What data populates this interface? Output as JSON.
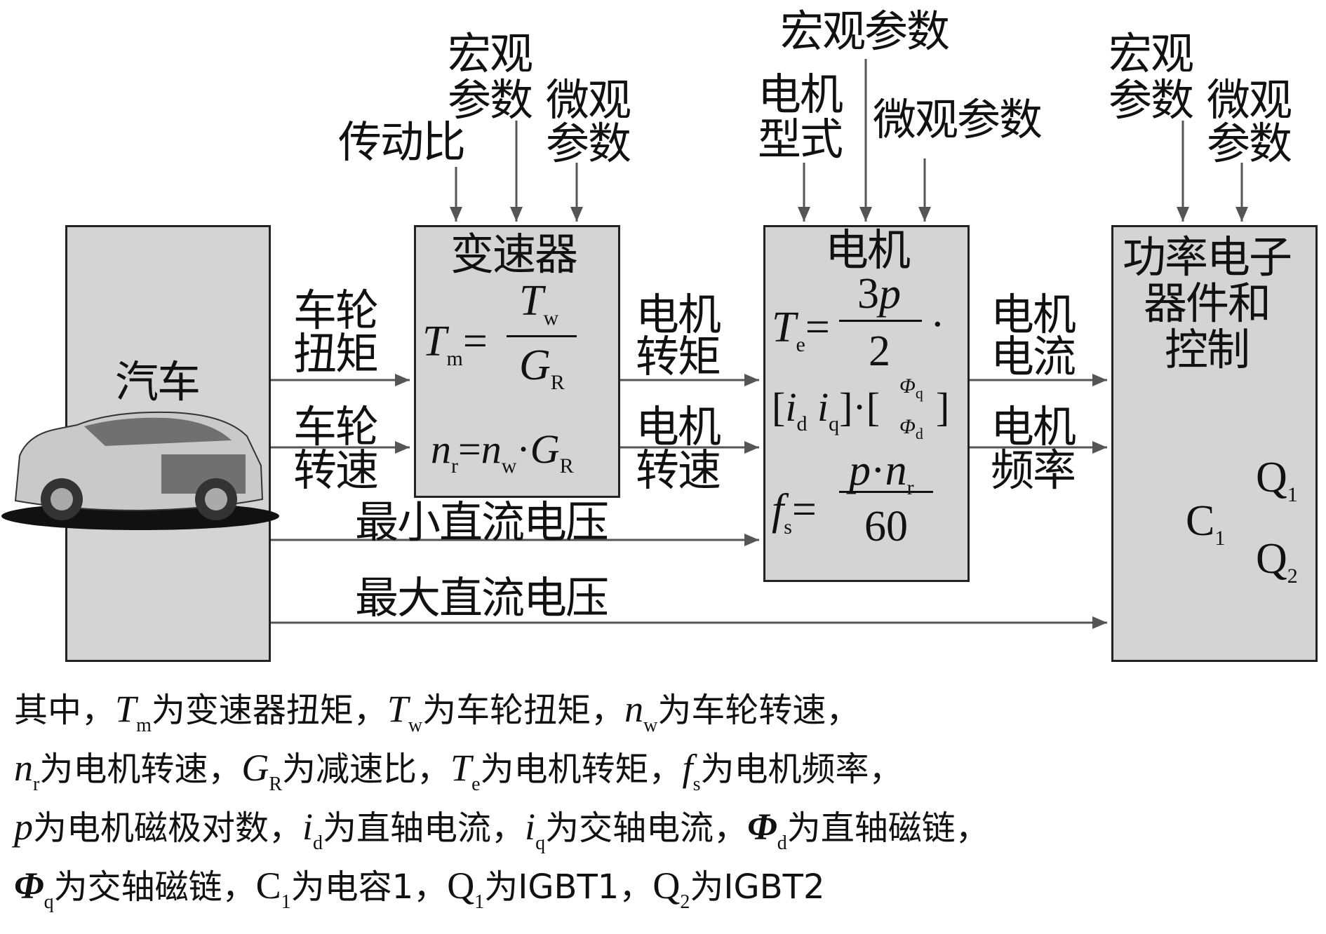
{
  "blocks": {
    "car": "汽车",
    "gearbox": "变速器",
    "motor": "电机",
    "power": [
      "功率电子",
      "器件和",
      "控制"
    ]
  },
  "inputs": {
    "gear_ratio": "传动比",
    "gb_macro": [
      "宏观",
      "参数"
    ],
    "gb_micro": [
      "微观",
      "参数"
    ],
    "motor_type": [
      "电机",
      "型式"
    ],
    "motor_macro": "宏观参数",
    "motor_micro": "微观参数",
    "pe_macro": [
      "宏观",
      "参数"
    ],
    "pe_micro": [
      "微观",
      "参数"
    ]
  },
  "signals": {
    "wheel_torque": [
      "车轮",
      "扭矩"
    ],
    "wheel_speed": [
      "车轮",
      "转速"
    ],
    "motor_torque": [
      "电机",
      "转矩"
    ],
    "motor_speed": [
      "电机",
      "转速"
    ],
    "motor_current": [
      "电机",
      "电流"
    ],
    "motor_freq": [
      "电机",
      "频率"
    ],
    "min_dc": "最小直流电压",
    "max_dc": "最大直流电压"
  },
  "circuit": {
    "c1": "C",
    "c1_sub": "1",
    "q1": "Q",
    "q1_sub": "1",
    "q2": "Q",
    "q2_sub": "2"
  },
  "legend": {
    "l1_a": "其中，",
    "l1_b": "为变速器扭矩，",
    "l1_c": "为车轮扭矩，",
    "l1_d": "为车轮转速，",
    "l2_a": "为电机转速，",
    "l2_b": "为减速比，",
    "l2_c": "为电机转矩，",
    "l2_d": "为电机频率，",
    "l3_a": "为电机磁极对数，",
    "l3_b": "为直轴电流，",
    "l3_c": "为交轴电流，",
    "l3_d": "为直轴磁链，",
    "l4_a": "为交轴磁链，",
    "l4_b": "为电容1，",
    "l4_c": "为IGBT1，",
    "l4_d": "为IGBT2"
  }
}
